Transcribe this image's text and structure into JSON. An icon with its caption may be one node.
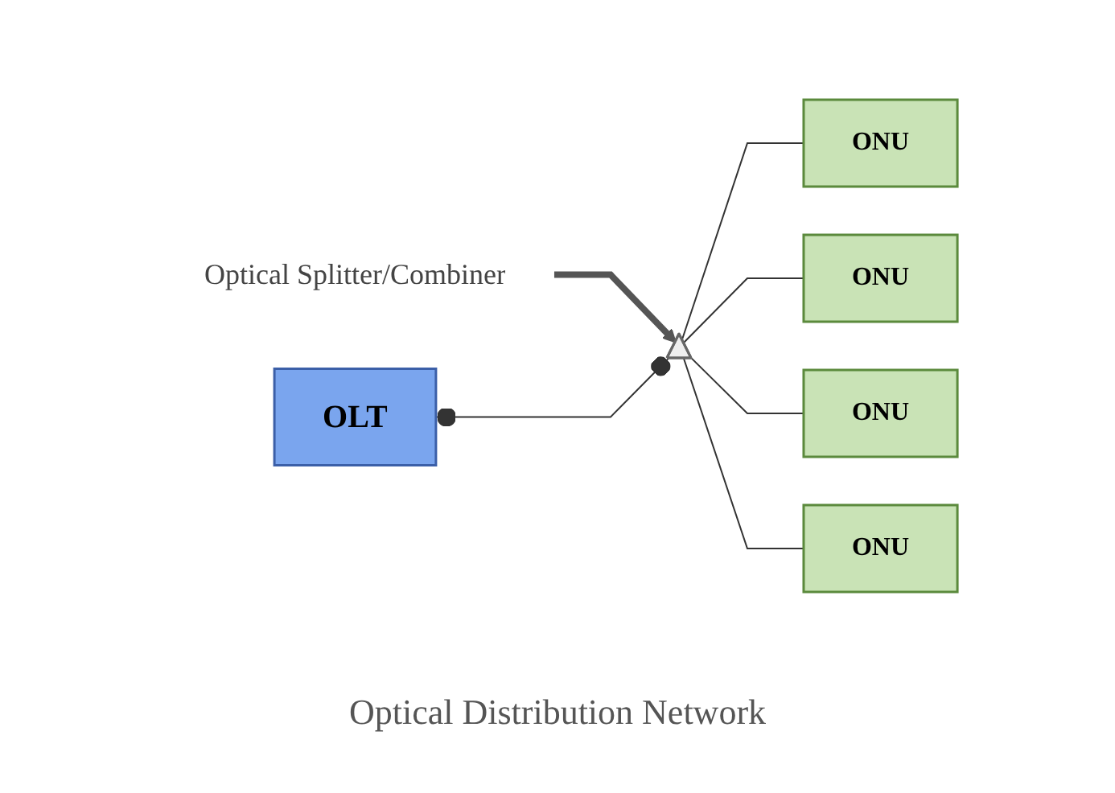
{
  "diagram": {
    "nodes": [
      {
        "text": [
          "Optical Splitter/Combiner"
        ]
      },
      {
        "text": [
          "OLT"
        ]
      },
      {
        "text": [],
        "shape": "triangle"
      },
      {
        "text": [
          "ONU"
        ]
      },
      {
        "text": [
          "ONU"
        ]
      },
      {
        "text": [
          "ONU"
        ]
      },
      {
        "text": [
          "ONU"
        ]
      }
    ],
    "edges": [
      {
        "from": 0,
        "to": 2,
        "arrow": "to",
        "style": "thick"
      },
      {
        "from": 1,
        "to": 2,
        "arrow": "other"
      },
      {
        "from": 2,
        "to": 3,
        "arrow": "none"
      },
      {
        "from": 2,
        "to": 4,
        "arrow": "none"
      },
      {
        "from": 2,
        "to": 5,
        "arrow": "none"
      },
      {
        "from": 2,
        "to": 6,
        "arrow": "none"
      }
    ],
    "labels": [
      "Optical Distribution Network"
    ]
  }
}
